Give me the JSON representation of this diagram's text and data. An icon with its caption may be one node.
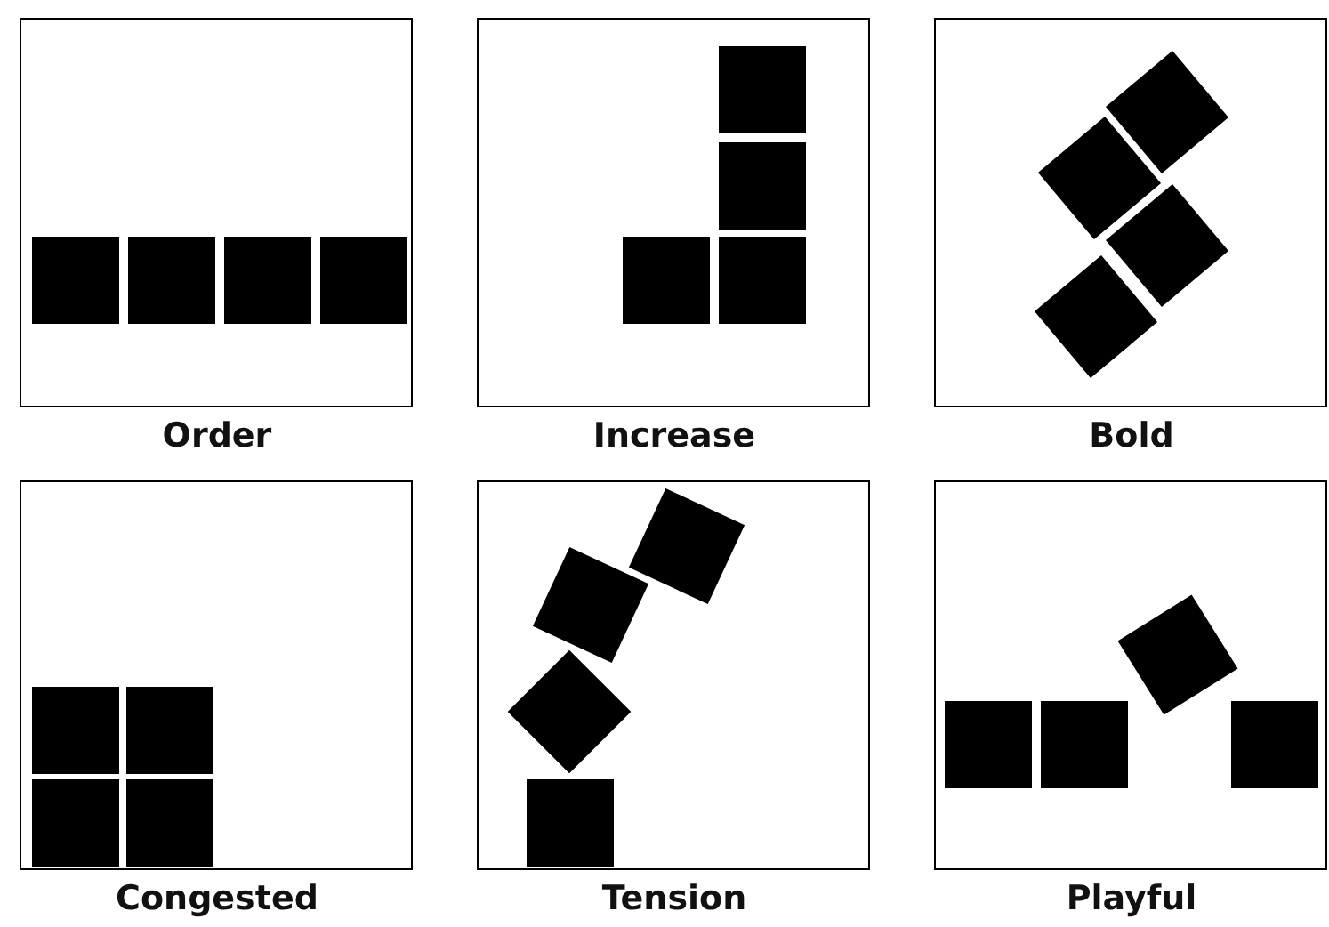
{
  "diagram": {
    "nodes": [
      {
        "text": [
          "Order"
        ]
      },
      {
        "text": [
          "Increase"
        ]
      },
      {
        "text": [
          "Bold"
        ]
      },
      {
        "text": [
          "Congested"
        ]
      },
      {
        "text": [
          "Tension"
        ]
      },
      {
        "text": [
          "Playful"
        ]
      }
    ],
    "edges": []
  }
}
